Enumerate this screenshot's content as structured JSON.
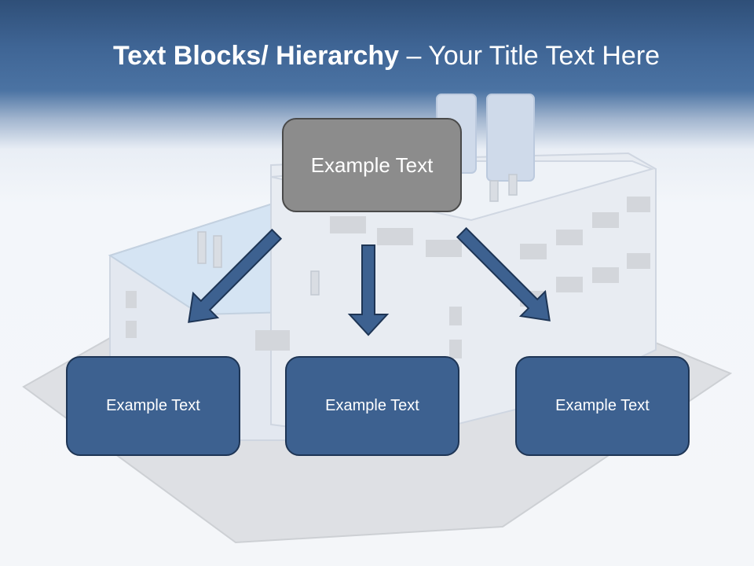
{
  "title": {
    "bold": "Text Blocks/ Hierarchy",
    "rest": " – Your Title Text Here"
  },
  "top_box": {
    "label": "Example Text"
  },
  "child_boxes": [
    {
      "label": "Example Text"
    },
    {
      "label": "Example Text"
    },
    {
      "label": "Example Text"
    }
  ],
  "colors": {
    "header": "#3f6595",
    "top_box_fill": "#8c8c8c",
    "child_box_fill": "#3d6190",
    "arrow_fill": "#3d6190"
  }
}
